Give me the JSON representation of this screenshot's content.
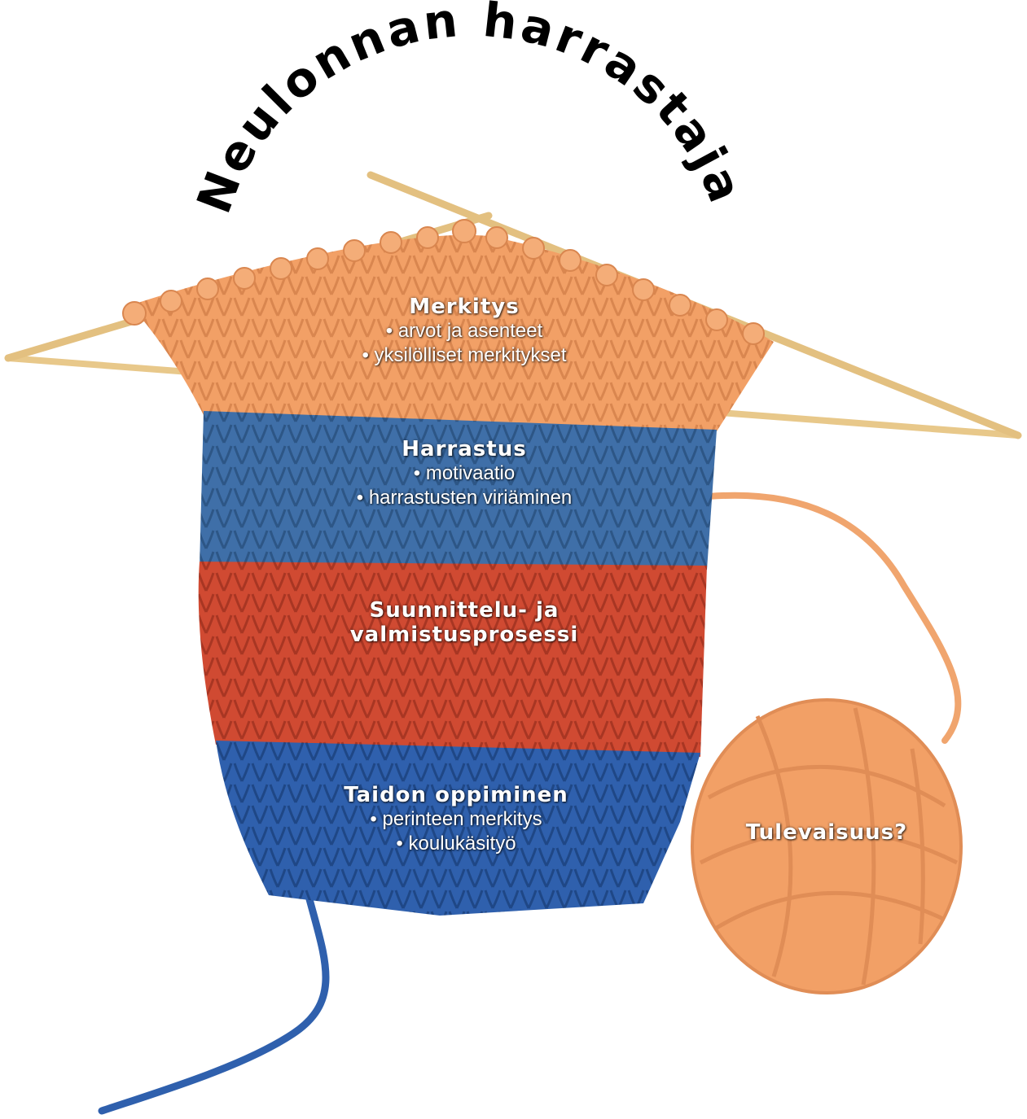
{
  "title": "Neulonnan harrastaja",
  "colors": {
    "orange": "#f2a066",
    "blue": "#3f6fa8",
    "red": "#d04a32",
    "darkblue": "#2f60ad",
    "needle": "#e8c88a",
    "ink": "#000000"
  },
  "sections": [
    {
      "heading": "Merkitys",
      "items": [
        "arvot ja asenteet",
        "yksilölliset merkitykset"
      ]
    },
    {
      "heading": "Harrastus",
      "items": [
        "motivaatio",
        "harrastusten viriäminen"
      ]
    },
    {
      "heading_lines": [
        "Suunnittelu- ja",
        "valmistusprosessi"
      ]
    },
    {
      "heading": "Taidon oppiminen",
      "items": [
        "perinteen merkitys",
        "koulukäsityö"
      ]
    }
  ],
  "yarn_ball": {
    "label": "Tulevaisuus?"
  }
}
